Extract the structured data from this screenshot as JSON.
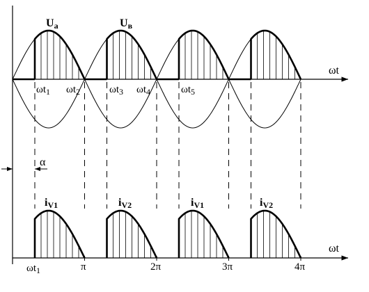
{
  "upper_plot": {
    "axis_label": "ωt",
    "curve_label_a": {
      "main": "U",
      "sub": "a"
    },
    "curve_label_b": {
      "main": "U",
      "sub": "в"
    },
    "time_marks": [
      {
        "main": "ωt",
        "sub": "1"
      },
      {
        "main": "ωt",
        "sub": "2"
      },
      {
        "main": "ωt",
        "sub": "3"
      },
      {
        "main": "ωt",
        "sub": "4"
      },
      {
        "main": "ωt",
        "sub": "5"
      }
    ]
  },
  "alpha_label": "α",
  "lower_plot": {
    "axis_label": "ωt",
    "pulse_labels": [
      {
        "main": "i",
        "sub": "V1"
      },
      {
        "main": "i",
        "sub": "V2"
      },
      {
        "main": "i",
        "sub": "V1"
      },
      {
        "main": "i",
        "sub": "V2"
      }
    ],
    "tick_labels": [
      {
        "main": "ωt",
        "sub": "1"
      },
      {
        "main": "π",
        "sub": ""
      },
      {
        "main": "2π",
        "sub": ""
      },
      {
        "main": "3π",
        "sub": ""
      },
      {
        "main": "4π",
        "sub": ""
      }
    ]
  }
}
